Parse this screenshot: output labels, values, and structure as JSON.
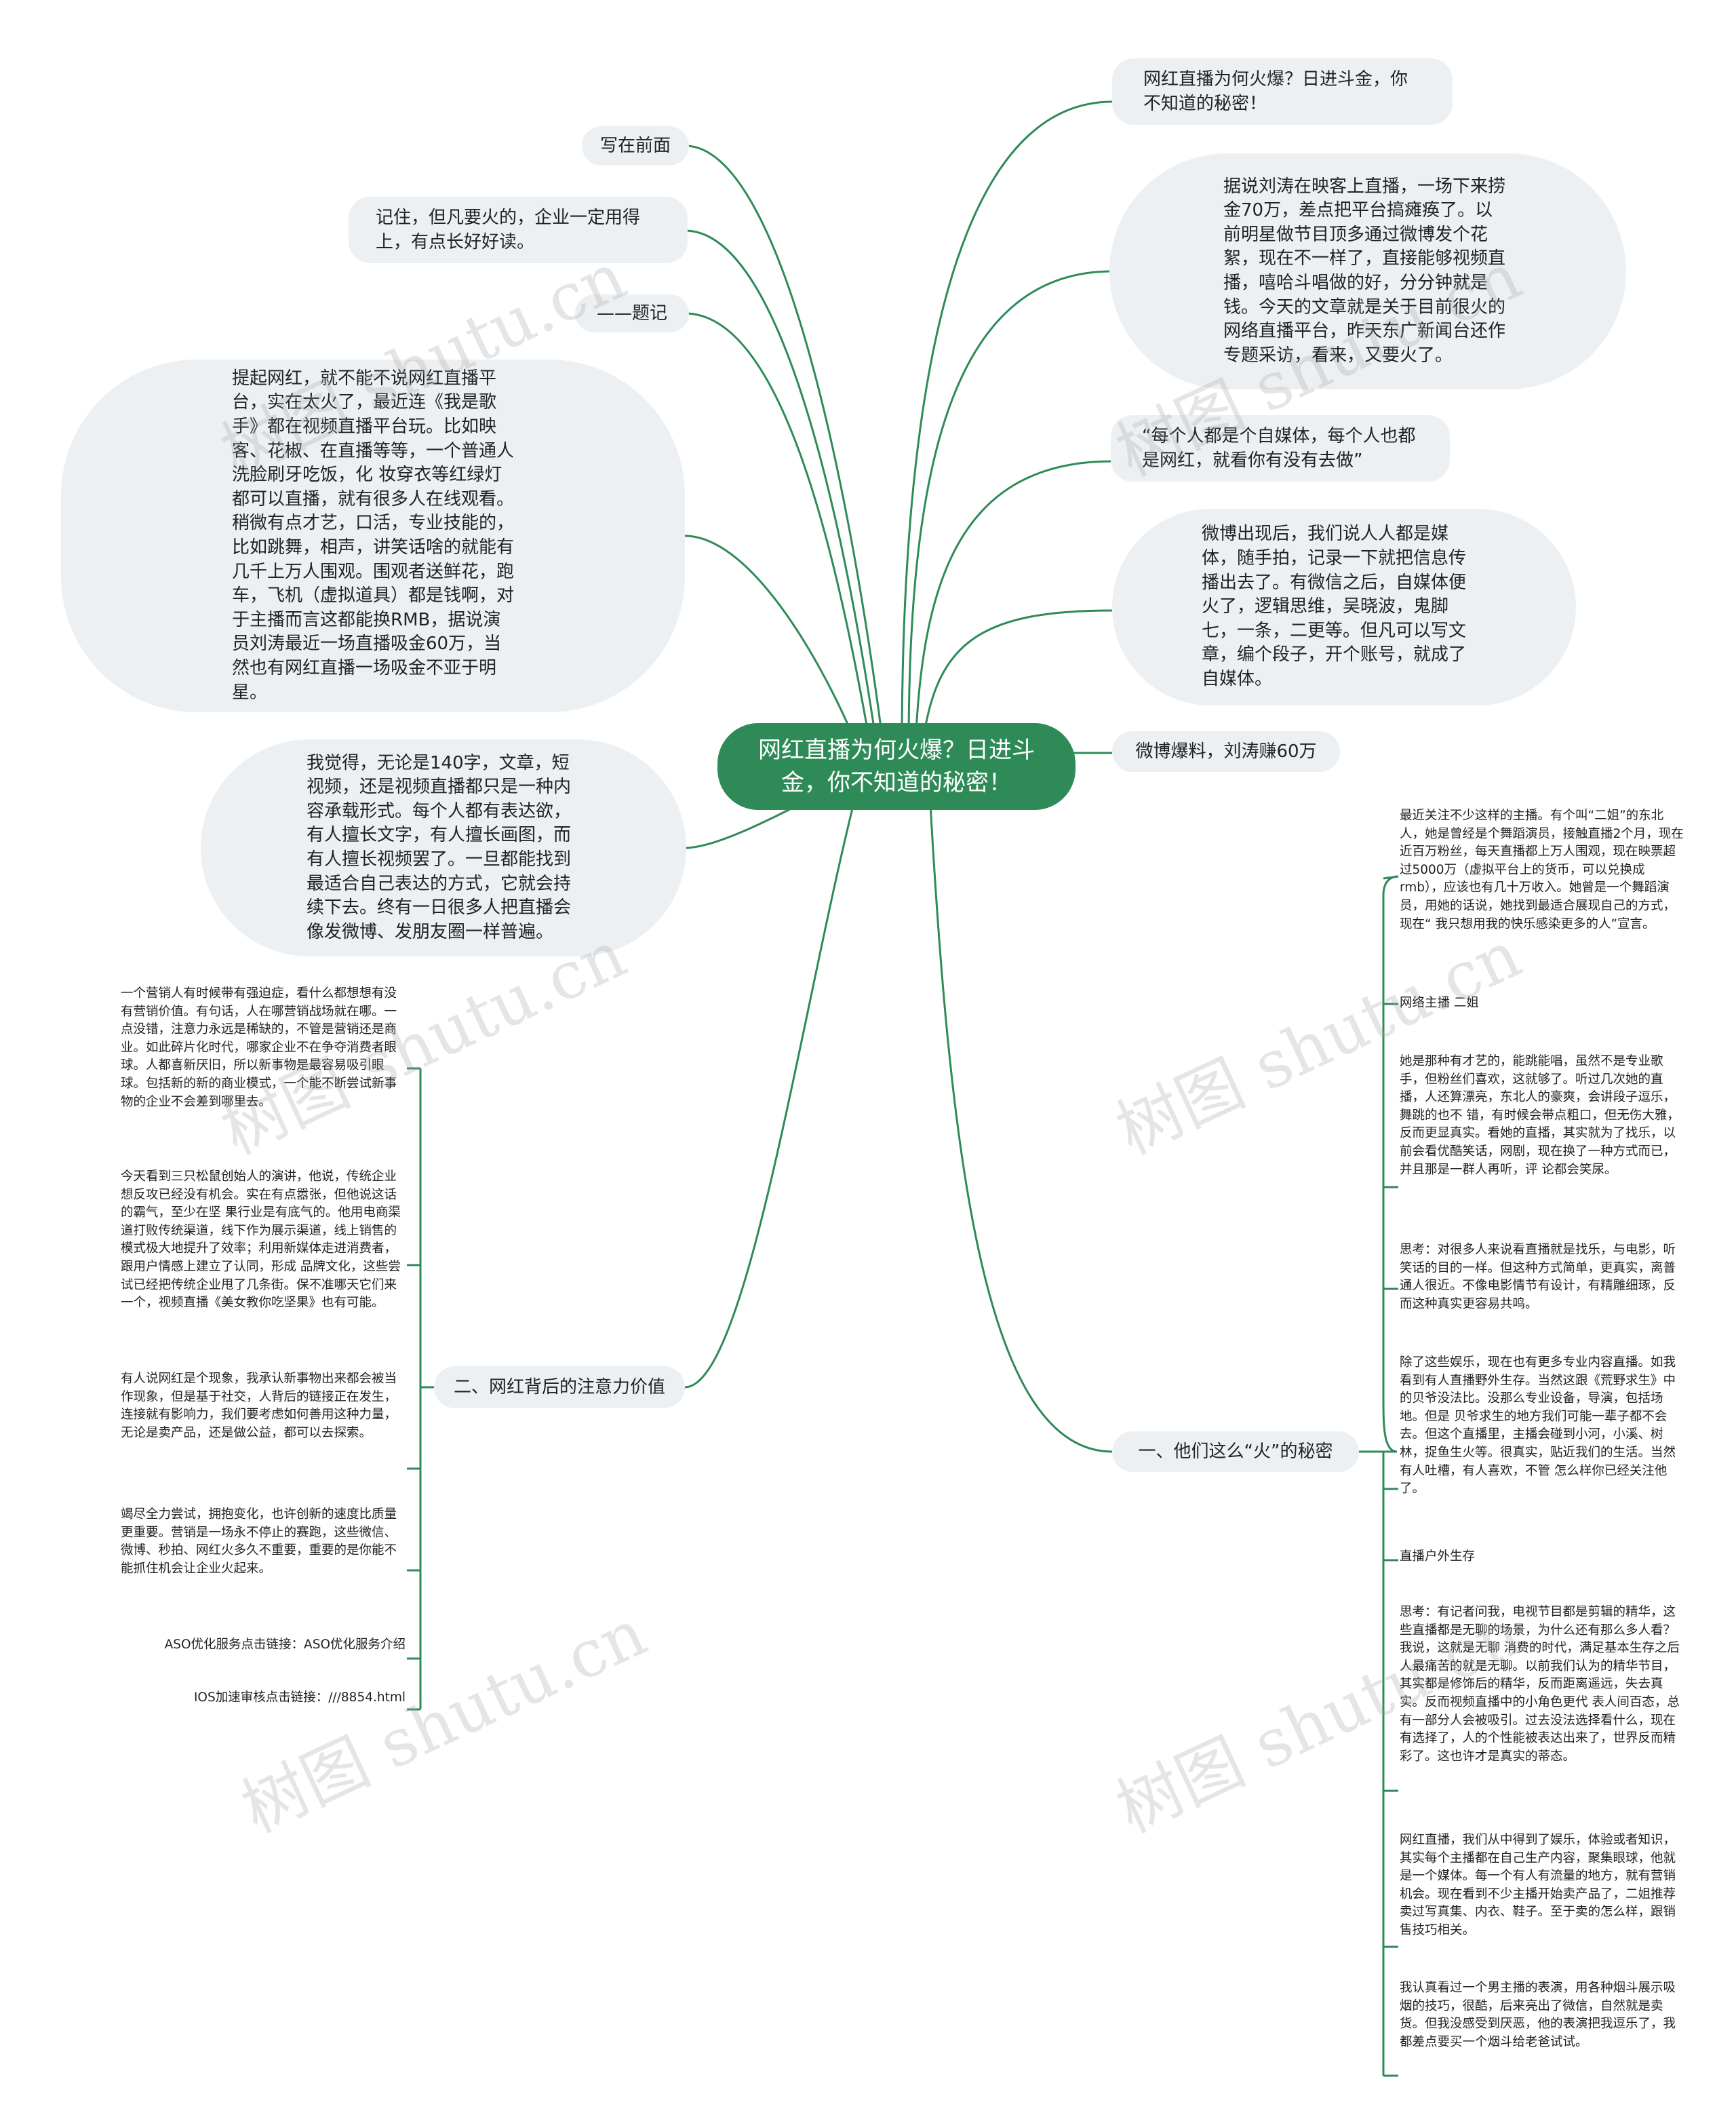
{
  "colors": {
    "accent": "#2e8b57",
    "bubble": "#edf0f3",
    "line": "#2e8b57"
  },
  "center": {
    "title": "网红直播为何火爆？日进斗金，你不知道的秘密！"
  },
  "left": {
    "n1": "写在前面",
    "n2": "记住，但凡要火的，企业一定用得上，有点长好好读。",
    "n3": "——题记",
    "n4": "提起网红，就不能不说网红直播平台，实在太火了，最近连《我是歌手》都在视频直播平台玩。比如映客、花椒、在直播等等，一个普通人洗脸刷牙吃饭，化 妆穿衣等红绿灯都可以直播，就有很多人在线观看。稍微有点才艺，口活，专业技能的，比如跳舞，相声，讲笑话啥的就能有几千上万人围观。围观者送鲜花，跑车，飞机（虚拟道具）都是钱啊，对于主播而言这都能换RMB，据说演员刘涛最近一场直播吸金60万，当然也有网红直播一场吸金不亚于明星。",
    "n5": "我觉得，无论是140字，文章，短视频，还是视频直播都只是一种内容承载形式。每个人都有表达欲，有人擅长文字，有人擅长画图，而有人擅长视频罢了。一旦都能找到最适合自己表达的方式，它就会持续下去。终有一日很多人把直播会像发微博、发朋友圈一样普遍。",
    "branch2": {
      "label": "二、网红背后的注意力价值",
      "leaves": [
        "一个营销人有时候带有强迫症，看什么都想想有没有营销价值。有句话，人在哪营销战场就在哪。一点没错，注意力永远是稀缺的，不管是营销还是商业。如此碎片化时代，哪家企业不在争夺消费者眼球。人都喜新厌旧，所以新事物是最容易吸引眼球。包括新的新的商业模式，一个能不断尝试新事物的企业不会差到哪里去。",
        "今天看到三只松鼠创始人的演讲，他说，传统企业想反攻已经没有机会。实在有点嚣张，但他说这话的霸气，至少在坚 果行业是有底气的。他用电商渠道打败传统渠道，线下作为展示渠道，线上销售的模式极大地提升了效率；利用新媒体走进消费者，跟用户情感上建立了认同，形成 品牌文化，这些尝试已经把传统企业甩了几条街。保不准哪天它们来一个，视频直播《美女教你吃坚果》也有可能。",
        "有人说网红是个现象，我承认新事物出来都会被当作现象，但是基于社交，人背后的链接正在发生，连接就有影响力，我们要考虑如何善用这种力量，无论是卖产品，还是做公益，都可以去探索。",
        "竭尽全力尝试，拥抱变化，也许创新的速度比质量更重要。营销是一场永不停止的赛跑，这些微信、微博、秒拍、网红火多久不重要，重要的是你能不能抓住机会让企业火起来。",
        "ASO优化服务点击链接：ASO优化服务介绍",
        "IOS加速审核点击链接：///8854.html"
      ]
    }
  },
  "right": {
    "r1": "网红直播为何火爆？日进斗金，你不知道的秘密！",
    "r2": "据说刘涛在映客上直播，一场下来捞金70万，差点把平台搞瘫痪了。以前明星做节目顶多通过微博发个花絮，现在不一样了，直接能够视频直播，嘻哈斗唱做的好，分分钟就是钱。今天的文章就是关于目前很火的 网络直播平台，昨天东广新闻台还作专题采访，看来，又要火了。",
    "r3": "“每个人都是个自媒体，每个人也都是网红，就看你有没有去做”",
    "r4": "微博出现后，我们说人人都是媒体，随手拍，记录一下就把信息传播出去了。有微信之后，自媒体便火了，逻辑思维，吴晓波，鬼脚七，一条，二更等。但凡可以写文章，编个段子，开个账号，就成了自媒体。",
    "r5": "微博爆料，刘涛赚60万",
    "branch1": {
      "label": "一、他们这么“火”的秘密",
      "leaves": [
        "最近关注不少这样的主播。有个叫“二姐”的东北人，她是曾经是个舞蹈演员，接触直播2个月，现在近百万粉丝，每天直播都上万人围观，现在映票超过5000万（虚拟平台上的货币，可以兑换成rmb），应该也有几十万收入。她曾是一个舞蹈演员，用她的话说，她找到最适合展现自己的方式，现在“ 我只想用我的快乐感染更多的人”宣言。",
        "网络主播 二姐",
        "她是那种有才艺的，能跳能唱，虽然不是专业歌手，但粉丝们喜欢，这就够了。听过几次她的直播，人还算漂亮，东北人的豪爽，会讲段子逗乐，舞跳的也不 错，有时候会带点粗口，但无伤大雅，反而更显真实。看她的直播，其实就为了找乐，以前会看优酷笑话，网剧，现在换了一种方式而已，并且那是一群人再听，评 论都会笑尿。",
        "思考：对很多人来说看直播就是找乐，与电影，听笑话的目的一样。但这种方式简单，更真实，离普通人很近。不像电影情节有设计，有精雕细琢，反而这种真实更容易共鸣。",
        "除了这些娱乐，现在也有更多专业内容直播。如我看到有人直播野外生存。当然这跟《荒野求生》中的贝爷没法比。没那么专业设备，导演，包括场地。但是 贝爷求生的地方我们可能一辈子都不会去。但这个直播里，主播会碰到小河，小溪、树林，捉鱼生火等。很真实，贴近我们的生活。当然有人吐槽，有人喜欢，不管 怎么样你已经关注他了。",
        "直播户外生存",
        "思考：有记者问我，电视节目都是剪辑的精华，这些直播都是无聊的场景，为什么还有那么多人看？我说，这就是无聊 消费的时代，满足基本生存之后人最痛苦的就是无聊。以前我们认为的精华节目，其实都是修饰后的精华，反而距离遥远，失去真实。反而视频直播中的小角色更代 表人间百态，总有一部分人会被吸引。过去没法选择看什么，现在有选择了，人的个性能被表达出来了，世界反而精彩了。这也许才是真实的蒂态。",
        "网红直播，我们从中得到了娱乐，体验或者知识，其实每个主播都在自己生产内容，聚集眼球，他就是一个媒体。每一个有人有流量的地方，就有营销机会。现在看到不少主播开始卖产品了，二姐推荐卖过写真集、内衣、鞋子。至于卖的怎么样，跟销售技巧相关。",
        "我认真看过一个男主播的表演，用各种烟斗展示吸烟的技巧，很酷，后来亮出了微信，自然就是卖货。但我没感受到厌恶，他的表演把我逗乐了，我都差点要买一个烟斗给老爸试试。"
      ]
    }
  },
  "watermark": "树图 shutu.cn"
}
